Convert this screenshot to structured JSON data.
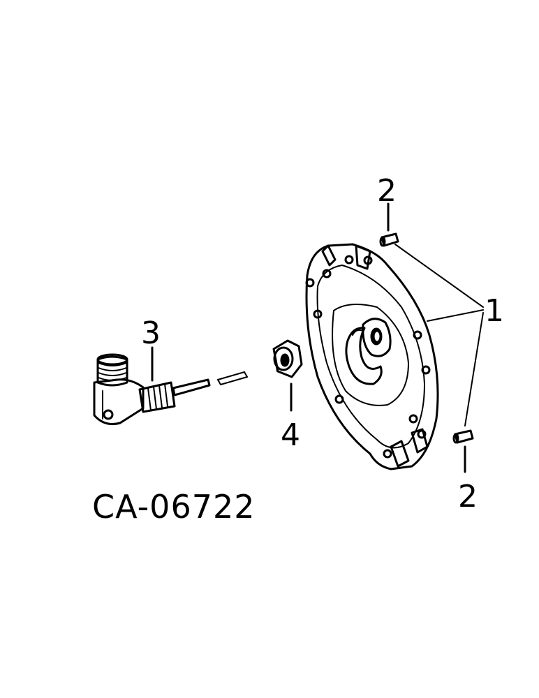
{
  "figure_id": "CA-06722",
  "callouts": {
    "housing": "1",
    "dowel_pin_top": "2",
    "dowel_pin_bottom": "2",
    "elbow_fitting": "3",
    "seal": "4"
  }
}
